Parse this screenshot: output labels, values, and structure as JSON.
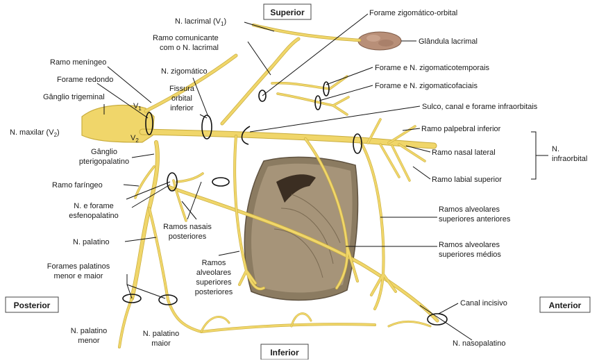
{
  "orientation": {
    "superior": "Superior",
    "inferior": "Inferior",
    "posterior": "Posterior",
    "anterior": "Anterior"
  },
  "labels": {
    "n_lacrimal": "N. lacrimal (V",
    "n_lacrimal_sub": "1",
    "n_lacrimal_close": ")",
    "ramo_comunicante_1": "Ramo comunicante",
    "ramo_comunicante_2": "com o N. lacrimal",
    "forame_zigomatico_orbital": "Forame zigomático-orbital",
    "glandula_lacrimal": "Glândula lacrimal",
    "ramo_meningeo": "Ramo meníngeo",
    "forame_redondo": "Forame redondo",
    "ganglio_trigeminal": "Gânglio trigeminal",
    "n_zigomatico": "N. zigomático",
    "fissura_1": "Fissura",
    "fissura_2": "orbital",
    "fissura_3": "inferior",
    "forame_zigomaticotemporais": "Forame e N. zigomaticotemporais",
    "forame_zigomaticofaciais": "Forame e N. zigomaticofaciais",
    "sulco_infraorbitais": "Sulco, canal e forame infraorbitais",
    "v1": "V",
    "v1_sub": "1",
    "v2": "V",
    "v2_sub": "2",
    "n_maxilar": "N. maxilar (V",
    "n_maxilar_sub": "2",
    "n_maxilar_close": ")",
    "ramo_palpebral": "Ramo palpebral inferior",
    "ramo_nasal_lateral": "Ramo nasal lateral",
    "n_infraorbital_1": "N.",
    "n_infraorbital_2": "infraorbital",
    "ramo_labial": "Ramo labial superior",
    "ganglio_pterigo_1": "Gânglio",
    "ganglio_pterigo_2": "pterigopalatino",
    "ramo_faringeo": "Ramo faríngeo",
    "n_esfeno_1": "N. e forame",
    "n_esfeno_2": "esfenopalatino",
    "ramos_nasais_1": "Ramos nasais",
    "ramos_nasais_2": "posteriores",
    "n_palatino": "N. palatino",
    "alv_ant_1": "Ramos alveolares",
    "alv_ant_2": "superiores anteriores",
    "alv_med_1": "Ramos alveolares",
    "alv_med_2": "superiores médios",
    "forames_palatinos_1": "Forames palatinos",
    "forames_palatinos_2": "menor e maior",
    "alv_post_1": "Ramos",
    "alv_post_2": "alveolares",
    "alv_post_3": "superiores",
    "alv_post_4": "posteriores",
    "canal_incisivo": "Canal incisivo",
    "n_palatino_menor_1": "N. palatino",
    "n_palatino_menor_2": "menor",
    "n_palatino_maior_1": "N. palatino",
    "n_palatino_maior_2": "maior",
    "n_nasopalatino": "N. nasopalatino"
  },
  "colors": {
    "nerve": "#f0d66a",
    "nerve_edge": "#c9ad3e",
    "sinus_bone": "#8a7a60",
    "gland": "#b88f78"
  }
}
